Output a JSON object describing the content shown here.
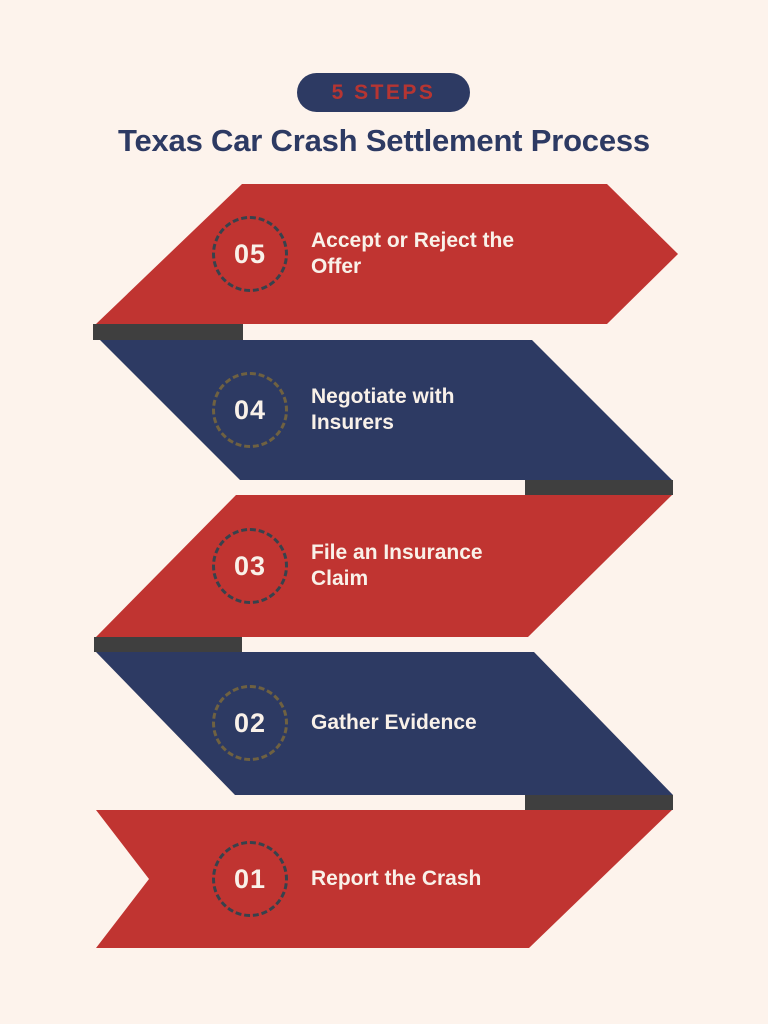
{
  "header": {
    "badge_label": "5 STEPS",
    "title": "Texas Car Crash Settlement Process"
  },
  "steps": [
    {
      "number": "05",
      "label_line1": "Accept or Reject the",
      "label_line2": "Offer",
      "band_color": "red"
    },
    {
      "number": "04",
      "label_line1": "Negotiate with",
      "label_line2": "Insurers",
      "band_color": "navy"
    },
    {
      "number": "03",
      "label_line1": "File an Insurance",
      "label_line2": "Claim",
      "band_color": "red"
    },
    {
      "number": "02",
      "label_line1": "Gather Evidence",
      "label_line2": "",
      "band_color": "navy"
    },
    {
      "number": "01",
      "label_line1": "Report the Crash",
      "label_line2": "",
      "band_color": "red"
    }
  ],
  "colors": {
    "red": "#c03431",
    "navy": "#2d3a63",
    "cream": "#fdf3ec",
    "bar_dark": "#3f3f3f",
    "badge_text_red": "#b63532",
    "dash_on_red": "#37424c",
    "dash_on_navy": "#6f6141",
    "text_light": "#f9f1e9"
  }
}
